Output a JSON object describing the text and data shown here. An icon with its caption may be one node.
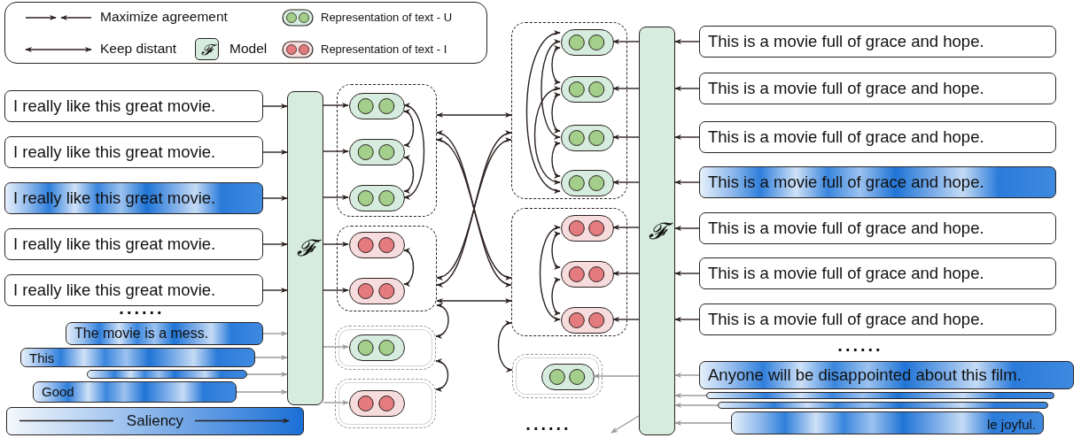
{
  "diagram": {
    "nodes": [
      {
        "text": [
          "I really like this great movie."
        ]
      },
      {
        "text": [
          "I really like this great movie."
        ]
      },
      {
        "text": [
          "I really like this great movie."
        ]
      },
      {
        "text": [
          "I really like this great movie."
        ]
      },
      {
        "text": [
          "I really like this great movie."
        ]
      },
      {
        "text": [
          "The movie is a mess."
        ]
      },
      {
        "text": [
          "This"
        ]
      },
      {
        "text": [
          "Good"
        ]
      },
      {
        "text": [],
        "shape": "box"
      },
      {
        "text": [
          "𝓕"
        ]
      },
      {
        "text": [],
        "shape": "box"
      },
      {
        "text": [],
        "shape": "pill",
        "in": 10
      },
      {
        "text": [],
        "shape": "pill",
        "in": 10
      },
      {
        "text": [],
        "shape": "pill",
        "in": 10
      },
      {
        "text": [],
        "shape": "box"
      },
      {
        "text": [],
        "shape": "pill",
        "in": 14
      },
      {
        "text": [],
        "shape": "pill",
        "in": 14
      },
      {
        "text": [],
        "shape": "box"
      },
      {
        "text": [],
        "shape": "pill",
        "in": 17
      },
      {
        "text": [],
        "shape": "box"
      },
      {
        "text": [],
        "shape": "pill",
        "in": 19
      },
      {
        "text": [],
        "shape": "box"
      },
      {
        "text": [],
        "shape": "pill",
        "in": 21
      },
      {
        "text": [],
        "shape": "pill",
        "in": 21
      },
      {
        "text": [],
        "shape": "pill",
        "in": 21
      },
      {
        "text": [],
        "shape": "pill",
        "in": 21
      },
      {
        "text": [],
        "shape": "box"
      },
      {
        "text": [],
        "shape": "pill",
        "in": 26
      },
      {
        "text": [],
        "shape": "pill",
        "in": 26
      },
      {
        "text": [],
        "shape": "pill",
        "in": 26
      },
      {
        "text": [],
        "shape": "box"
      },
      {
        "text": [],
        "shape": "pill",
        "in": 30
      },
      {
        "text": [
          "𝓕"
        ]
      },
      {
        "text": [
          "This is a movie full of grace and hope."
        ]
      },
      {
        "text": [
          "This is a movie full of grace and hope."
        ]
      },
      {
        "text": [
          "This is a movie full of grace and hope."
        ]
      },
      {
        "text": [
          "This is a movie full of grace and hope."
        ]
      },
      {
        "text": [
          "This is a movie full of grace and hope."
        ]
      },
      {
        "text": [
          "This is a movie full of grace and hope."
        ]
      },
      {
        "text": [
          "This is a movie full of grace and hope."
        ]
      },
      {
        "text": [
          "Anyone will be disappointed about this film."
        ]
      },
      {
        "text": [],
        "shape": "box"
      },
      {
        "text": [],
        "shape": "box"
      },
      {
        "text": [
          "le joyful."
        ]
      },
      {
        "text": [
          "Saliency"
        ]
      }
    ],
    "edges": [
      {
        "from": 0,
        "to": 9,
        "arrow": "to"
      },
      {
        "from": 1,
        "to": 9,
        "arrow": "to"
      },
      {
        "from": 2,
        "to": 9,
        "arrow": "to"
      },
      {
        "from": 3,
        "to": 9,
        "arrow": "to"
      },
      {
        "from": 4,
        "to": 9,
        "arrow": "to"
      },
      {
        "from": 5,
        "to": 9,
        "arrow": "to",
        "color": "#9a9a9a"
      },
      {
        "from": 6,
        "to": 9,
        "arrow": "to",
        "color": "#9a9a9a"
      },
      {
        "from": 7,
        "to": 9,
        "arrow": "to",
        "color": "#9a9a9a"
      },
      {
        "from": 8,
        "to": 9,
        "arrow": "to",
        "color": "#9a9a9a"
      },
      {
        "from": 9,
        "to": 11,
        "arrow": "to"
      },
      {
        "from": 9,
        "to": 12,
        "arrow": "to"
      },
      {
        "from": 9,
        "to": 13,
        "arrow": "to"
      },
      {
        "from": 9,
        "to": 15,
        "arrow": "to"
      },
      {
        "from": 9,
        "to": 16,
        "arrow": "to"
      },
      {
        "from": 9,
        "to": 18,
        "arrow": "to",
        "color": "#9a9a9a"
      },
      {
        "from": 9,
        "to": 20,
        "arrow": "to",
        "color": "#9a9a9a"
      },
      {
        "from": 11,
        "to": 12,
        "arrow": "both"
      },
      {
        "from": 12,
        "to": 13,
        "arrow": "both"
      },
      {
        "from": 11,
        "to": 13,
        "arrow": "both"
      },
      {
        "from": 15,
        "to": 16,
        "arrow": "both"
      },
      {
        "from": 10,
        "to": 21,
        "arrow": "both"
      },
      {
        "from": 14,
        "to": 26,
        "arrow": "both"
      },
      {
        "from": 10,
        "to": 26,
        "arrow": "both"
      },
      {
        "from": 10,
        "to": 26,
        "arrow": "both"
      },
      {
        "from": 21,
        "to": 14,
        "arrow": "both"
      },
      {
        "from": 21,
        "to": 14,
        "arrow": "both"
      },
      {
        "from": 14,
        "to": 17,
        "arrow": "both"
      },
      {
        "from": 17,
        "to": 19,
        "arrow": "both"
      },
      {
        "from": 33,
        "to": 32,
        "arrow": "to"
      },
      {
        "from": 34,
        "to": 32,
        "arrow": "to"
      },
      {
        "from": 35,
        "to": 32,
        "arrow": "to"
      },
      {
        "from": 36,
        "to": 32,
        "arrow": "to"
      },
      {
        "from": 37,
        "to": 32,
        "arrow": "to"
      },
      {
        "from": 38,
        "to": 32,
        "arrow": "to"
      },
      {
        "from": 39,
        "to": 32,
        "arrow": "to"
      },
      {
        "from": 40,
        "to": 32,
        "arrow": "to",
        "color": "#9a9a9a"
      },
      {
        "from": 41,
        "to": 32,
        "arrow": "to",
        "color": "#9a9a9a"
      },
      {
        "from": 42,
        "to": 32,
        "arrow": "to",
        "color": "#9a9a9a"
      },
      {
        "from": 43,
        "to": 32,
        "arrow": "to",
        "color": "#9a9a9a"
      },
      {
        "from": 32,
        "to": 22,
        "arrow": "to"
      },
      {
        "from": 32,
        "to": 23,
        "arrow": "to"
      },
      {
        "from": 32,
        "to": 24,
        "arrow": "to"
      },
      {
        "from": 32,
        "to": 25,
        "arrow": "to"
      },
      {
        "from": 32,
        "to": 27,
        "arrow": "to"
      },
      {
        "from": 32,
        "to": 28,
        "arrow": "to"
      },
      {
        "from": 32,
        "to": 29,
        "arrow": "to"
      },
      {
        "from": 32,
        "to": 31,
        "arrow": "to",
        "color": "#9a9a9a"
      },
      {
        "from": 32,
        "to": null,
        "arrow": "to",
        "color": "#9a9a9a"
      },
      {
        "from": 22,
        "to": 23,
        "arrow": "both"
      },
      {
        "from": 23,
        "to": 24,
        "arrow": "both"
      },
      {
        "from": 24,
        "to": 25,
        "arrow": "both"
      },
      {
        "from": 22,
        "to": 24,
        "arrow": "both"
      },
      {
        "from": 23,
        "to": 25,
        "arrow": "both"
      },
      {
        "from": 22,
        "to": 25,
        "arrow": "both"
      },
      {
        "from": 27,
        "to": 28,
        "arrow": "both"
      },
      {
        "from": 28,
        "to": 29,
        "arrow": "both"
      },
      {
        "from": 27,
        "to": 29,
        "arrow": "both"
      },
      {
        "from": 26,
        "to": 30,
        "arrow": "both"
      }
    ],
    "labels": [
      "𝓕",
      "......",
      "......",
      "......"
    ],
    "legend": [
      {
        "text": "Maximize agreement"
      },
      {
        "text": "Representation of text - U"
      },
      {
        "text": "Keep distant"
      },
      {
        "text": "Model"
      },
      {
        "text": "Representation of text - I"
      }
    ]
  }
}
